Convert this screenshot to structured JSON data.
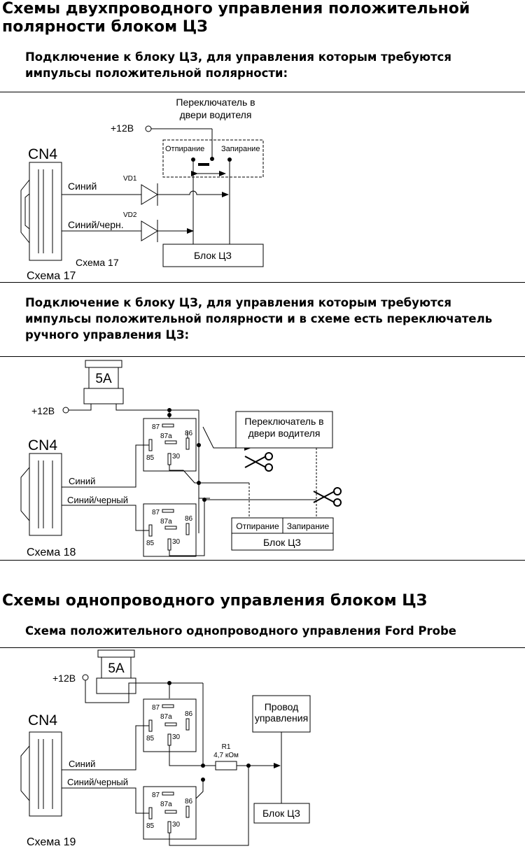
{
  "section1": {
    "title_line1": "Схемы двухпроводного управления положительной",
    "title_line2": "полярности блоком ЦЗ",
    "subtitle_line1": "Подключение к блоку ЦЗ, для управления которым требуются",
    "subtitle_line2": "импульсы положительной полярности:"
  },
  "scheme17": {
    "caption": "Схема 17",
    "connector": "CN4",
    "power": "+12В",
    "switch_line1": "Переключатель в",
    "switch_line2": "двери водителя",
    "unlock": "Отпирание",
    "lock": "Запирание",
    "wire1": "Синий",
    "wire2": "Синий/черн.",
    "diode1": "VD1",
    "diode2": "VD2",
    "block": "Блок ЦЗ",
    "inner_caption": "Схема 17"
  },
  "section2": {
    "subtitle_line1": "Подключение к блоку ЦЗ, для управления которым требуются",
    "subtitle_line2": "импульсы положительной полярности и в схеме есть переключатель",
    "subtitle_line3": "ручного управления ЦЗ:"
  },
  "scheme18": {
    "caption": "Схема 18",
    "connector": "CN4",
    "power": "+12В",
    "fuse": "5А",
    "switch_line1": "Переключатель в",
    "switch_line2": "двери водителя",
    "wire1": "Синий",
    "wire2": "Синий/черный",
    "unlock": "Отпирание",
    "lock": "Запирание",
    "block": "Блок ЦЗ",
    "pin87": "87",
    "pin87a": "87а",
    "pin86": "86",
    "pin85": "85",
    "pin30": "30"
  },
  "section3": {
    "title": "Схемы однопроводного управления блоком ЦЗ",
    "subtitle": "Схема положительного однопроводного управления Ford Probe"
  },
  "scheme19": {
    "caption": "Схема 19",
    "connector": "CN4",
    "power": "+12В",
    "fuse": "5А",
    "control_line1": "Провод",
    "control_line2": "управления",
    "resistor": "R1",
    "resistor_value": "4,7 кОм",
    "wire1": "Синий",
    "wire2": "Синий/черный",
    "block": "Блок ЦЗ",
    "pin87": "87",
    "pin87a": "87а",
    "pin86": "86",
    "pin85": "85",
    "pin30": "30"
  }
}
